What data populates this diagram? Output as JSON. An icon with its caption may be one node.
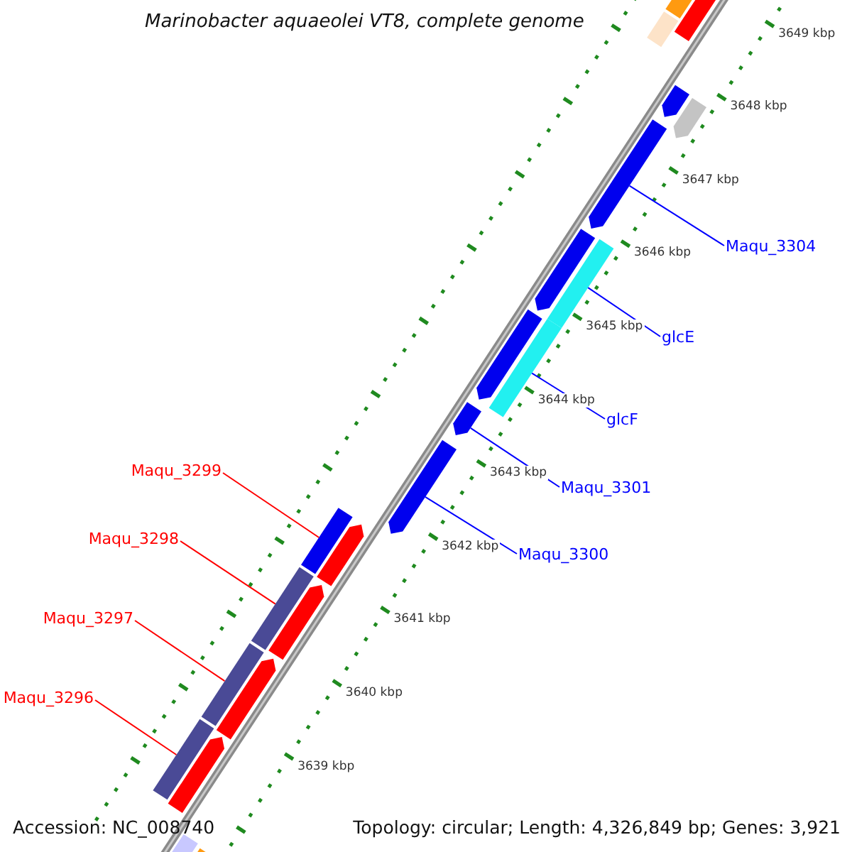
{
  "diagram": {
    "title": "Marinobacter aquaeolei VT8, complete genome",
    "nodes": [
      {
        "text": [
          "Maqu_3304"
        ]
      },
      {
        "text": [
          "glcE"
        ]
      },
      {
        "text": [
          "glcF"
        ]
      },
      {
        "text": [
          "Maqu_3299"
        ]
      },
      {
        "text": [
          "Maqu_3301"
        ]
      },
      {
        "text": [
          "Maqu_3298"
        ]
      },
      {
        "text": [
          "Maqu_3300"
        ]
      },
      {
        "text": [
          "Maqu_3297"
        ]
      },
      {
        "text": [
          "Maqu_3296"
        ]
      },
      {
        "text": [],
        "shape": "bar"
      },
      {
        "text": [],
        "shape": "bar"
      },
      {
        "text": [],
        "shape": "bar"
      },
      {
        "text": [],
        "shape": "bar"
      },
      {
        "text": [],
        "shape": "bar"
      },
      {
        "text": [],
        "shape": "bar"
      },
      {
        "text": [],
        "shape": "bar"
      },
      {
        "text": [],
        "shape": "bar"
      },
      {
        "text": [],
        "shape": "bar"
      },
      {
        "text": [],
        "shape": "bar"
      },
      {
        "text": [],
        "shape": "bar"
      },
      {
        "text": [],
        "shape": "bar"
      },
      {
        "text": [],
        "shape": "bar"
      },
      {
        "text": [],
        "shape": "bar"
      },
      {
        "text": [],
        "shape": "bar"
      },
      {
        "text": [],
        "shape": "bar"
      },
      {
        "text": [],
        "shape": "bar"
      },
      {
        "text": [],
        "shape": "bar"
      },
      {
        "text": [],
        "shape": "bar"
      },
      {
        "text": [],
        "shape": "bar"
      },
      {
        "text": [],
        "shape": "bar"
      },
      {
        "text": [],
        "shape": "bar"
      }
    ],
    "edges": [
      {
        "from": 0,
        "to": 9,
        "arrow": "none"
      },
      {
        "from": 1,
        "to": 10,
        "arrow": "none"
      },
      {
        "from": 2,
        "to": 11,
        "arrow": "none"
      },
      {
        "from": 3,
        "to": 12,
        "arrow": "none",
        "color": "#ff0000"
      },
      {
        "from": 4,
        "to": 13,
        "arrow": "none"
      },
      {
        "from": 5,
        "to": 14,
        "arrow": "none",
        "color": "#ff0000"
      },
      {
        "from": 6,
        "to": 15,
        "arrow": "none"
      },
      {
        "from": 7,
        "to": 16,
        "arrow": "none",
        "color": "#ff0000"
      },
      {
        "from": 8,
        "to": 17,
        "arrow": "none",
        "color": "#ff0000"
      }
    ],
    "labels": [
      "3649 kbp",
      "3648 kbp",
      "3647 kbp",
      "3646 kbp",
      "3645 kbp",
      "3644 kbp",
      "3643 kbp",
      "3642 kbp",
      "3641 kbp",
      "3640 kbp",
      "3639 kbp",
      "Accession: NC_008740",
      "Topology: circular; Length: 4,326,849 bp; Genes: 3,921"
    ]
  }
}
